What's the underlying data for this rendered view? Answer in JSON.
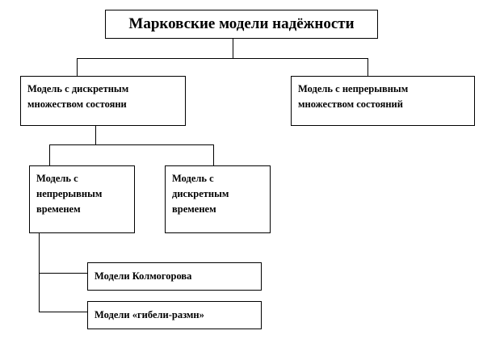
{
  "diagram": {
    "title": "Марковские модели надёжности",
    "discrete_state_set": [
      "Модель с дискретным",
      "множеством состояни"
    ],
    "continuous_state_set": [
      "Модель с непрерывным",
      "множеством состояний"
    ],
    "continuous_time": [
      "Модель с",
      "непрерывным",
      "временем"
    ],
    "discrete_time": [
      "Модель с",
      "дискретным",
      "временем"
    ],
    "kolmogorov": "Модели Колмогорова",
    "birth_death": "Модели «гибели-размн»"
  }
}
